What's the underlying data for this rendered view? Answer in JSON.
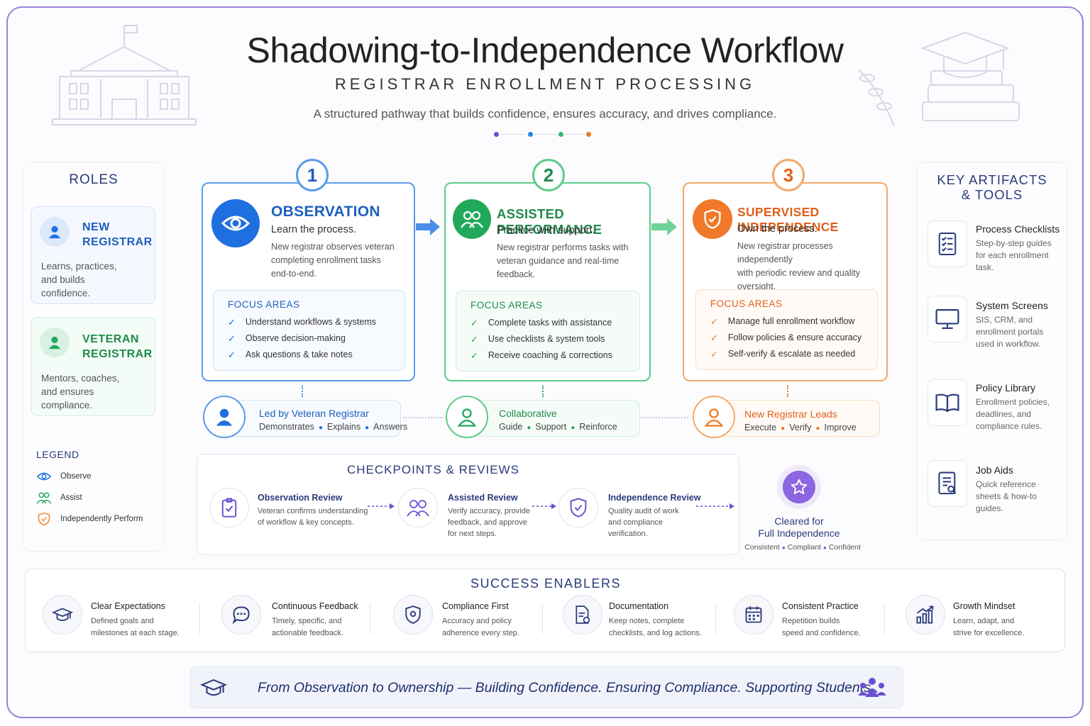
{
  "header": {
    "title": "Shadowing-to-Independence Workflow",
    "subtitle": "REGISTRAR ENROLLMENT PROCESSING",
    "tagline": "A structured pathway that builds confidence, ensures accuracy, and drives compliance.",
    "dot_colors": [
      "#6a4fd1",
      "#1e88e5",
      "#2fb86a",
      "#f07a2a"
    ]
  },
  "roles": {
    "title": "ROLES",
    "new": {
      "name_line1": "NEW",
      "name_line2": "REGISTRAR",
      "desc_line1": "Learns, practices,",
      "desc_line2": "and builds",
      "desc_line3": "confidence."
    },
    "veteran": {
      "name_line1": "VETERAN",
      "name_line2": "REGISTRAR",
      "desc_line1": "Mentors, coaches,",
      "desc_line2": "and ensures",
      "desc_line3": "compliance."
    }
  },
  "legend": {
    "title": "LEGEND",
    "items": [
      "Observe",
      "Assist",
      "Independently Perform"
    ]
  },
  "phases": [
    {
      "number": "1",
      "title": "OBSERVATION",
      "subtitle": "Learn the process.",
      "desc_line1": "New registrar observes veteran",
      "desc_line2": "completing enrollment tasks",
      "desc_line3": "end-to-end.",
      "focus_title": "FOCUS AREAS",
      "focus": [
        "Understand workflows & systems",
        "Observe decision-making",
        "Ask questions & take notes"
      ],
      "lead_title": "Led by Veteran Registrar",
      "lead_items": [
        "Demonstrates",
        "Explains",
        "Answers"
      ],
      "color": "#1e6fe0"
    },
    {
      "number": "2",
      "title": "ASSISTED PERFORMANCE",
      "subtitle": "Practice with support.",
      "desc_line1": "New registrar performs tasks with",
      "desc_line2": "veteran guidance and real-time",
      "desc_line3": "feedback.",
      "focus_title": "FOCUS AREAS",
      "focus": [
        "Complete tasks with assistance",
        "Use checklists & system tools",
        "Receive coaching & corrections"
      ],
      "lead_title": "Collaborative",
      "lead_items": [
        "Guide",
        "Support",
        "Reinforce"
      ],
      "color": "#22a85a"
    },
    {
      "number": "3",
      "title": "SUPERVISED INDEPENDENCE",
      "subtitle": "Own the process.",
      "desc_line1": "New registrar processes independently",
      "desc_line2": "with periodic review and quality",
      "desc_line3": "oversight.",
      "focus_title": "FOCUS AREAS",
      "focus": [
        "Manage full enrollment workflow",
        "Follow policies & ensure accuracy",
        "Self-verify & escalate as needed"
      ],
      "lead_title": "New Registrar Leads",
      "lead_items": [
        "Execute",
        "Verify",
        "Improve"
      ],
      "color": "#ef7a1f"
    }
  ],
  "checkpoints": {
    "title": "CHECKPOINTS & REVIEWS",
    "items": [
      {
        "title": "Observation Review",
        "desc_line1": "Veteran confirms understanding",
        "desc_line2": "of workflow & key concepts.",
        "desc_line3": ""
      },
      {
        "title": "Assisted Review",
        "desc_line1": "Verify accuracy, provide",
        "desc_line2": "feedback, and approve",
        "desc_line3": "for next steps."
      },
      {
        "title": "Independence Review",
        "desc_line1": "Quality audit of work",
        "desc_line2": "and compliance",
        "desc_line3": "verification."
      }
    ]
  },
  "cleared": {
    "line1": "Cleared for",
    "line2": "Full Independence",
    "tags": [
      "Consistent",
      "Compliant",
      "Confident"
    ]
  },
  "artifacts": {
    "title_line1": "KEY ARTIFACTS",
    "title_line2": "& TOOLS",
    "items": [
      {
        "title": "Process Checklists",
        "desc_line1": "Step-by-step guides",
        "desc_line2": "for each enrollment",
        "desc_line3": "task."
      },
      {
        "title": "System Screens",
        "desc_line1": "SIS, CRM, and",
        "desc_line2": "enrollment portals",
        "desc_line3": "used in workflow."
      },
      {
        "title": "Policy Library",
        "desc_line1": "Enrollment policies,",
        "desc_line2": "deadlines, and",
        "desc_line3": "compliance rules."
      },
      {
        "title": "Job Aids",
        "desc_line1": "Quick reference",
        "desc_line2": "sheets & how-to",
        "desc_line3": "guides."
      }
    ]
  },
  "enablers": {
    "title": "SUCCESS ENABLERS",
    "items": [
      {
        "title": "Clear Expectations",
        "desc_line1": "Defined goals and",
        "desc_line2": "milestones at each stage."
      },
      {
        "title": "Continuous Feedback",
        "desc_line1": "Timely, specific, and",
        "desc_line2": "actionable feedback."
      },
      {
        "title": "Compliance First",
        "desc_line1": "Accuracy and policy",
        "desc_line2": "adherence every step."
      },
      {
        "title": "Documentation",
        "desc_line1": "Keep notes, complete",
        "desc_line2": "checklists, and log actions."
      },
      {
        "title": "Consistent Practice",
        "desc_line1": "Repetition builds",
        "desc_line2": "speed and confidence."
      },
      {
        "title": "Growth Mindset",
        "desc_line1": "Learn, adapt, and",
        "desc_line2": "strive for excellence."
      }
    ]
  },
  "footer": {
    "text": "From Observation to Ownership — Building Confidence. Ensuring Compliance. Supporting Students."
  }
}
